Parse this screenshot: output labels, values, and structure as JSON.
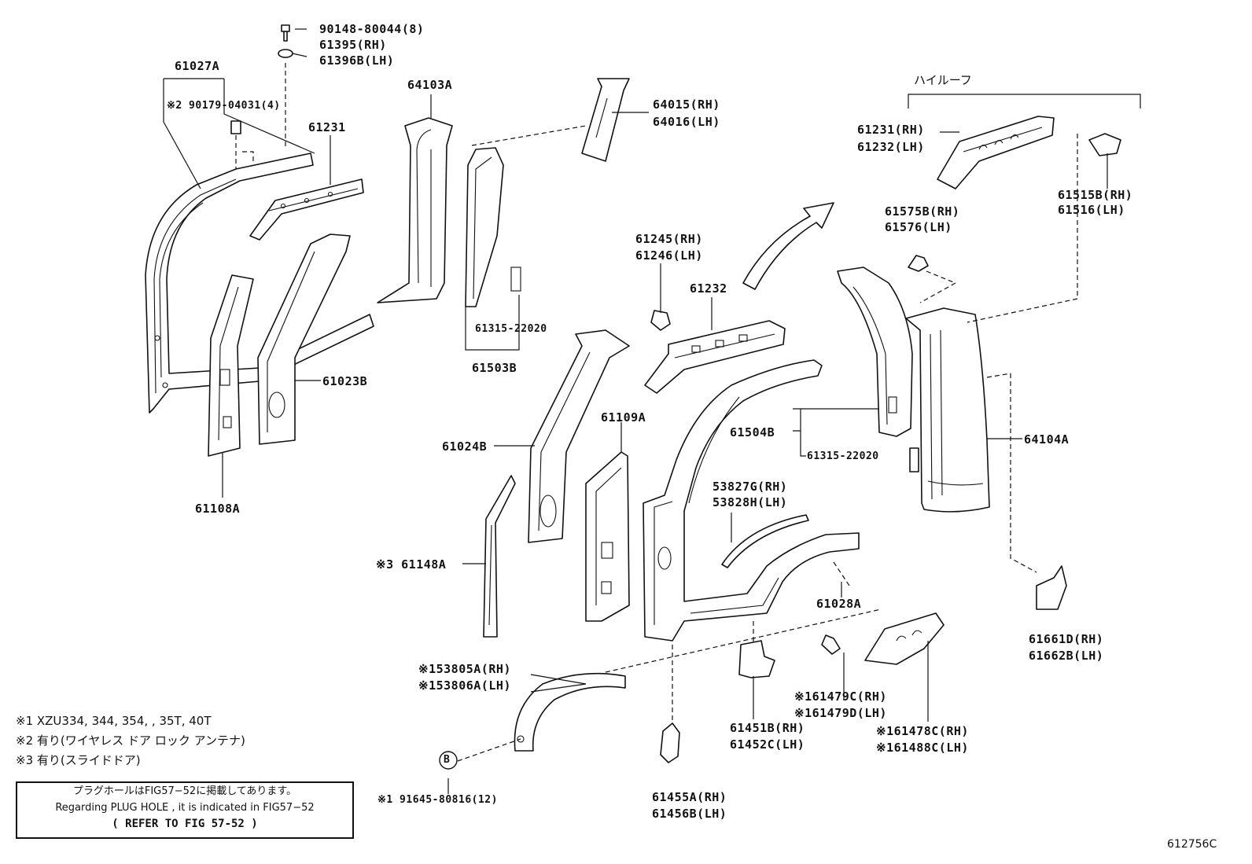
{
  "figure_code": "612756C",
  "group_label": "ハイルーフ",
  "part_labels": {
    "p90148": "90148-80044(8)",
    "p61395": "61395(RH)",
    "p61396b": "61396B(LH)",
    "p61027a": "61027A",
    "p90179": "※2 90179-04031(4)",
    "p61231": "61231",
    "p64103a": "64103A",
    "p64015": "64015(RH)",
    "p64016": "64016(LH)",
    "p61231rh": "61231(RH)",
    "p61232lh": "61232(LH)",
    "p61515b": "61515B(RH)",
    "p61516": "61516(LH)",
    "p61575b": "61575B(RH)",
    "p61576": "61576(LH)",
    "p61245": "61245(RH)",
    "p61246": "61246(LH)",
    "p61232": "61232",
    "p61315a": "61315-22020",
    "p61503b": "61503B",
    "p61023b": "61023B",
    "p61108a": "61108A",
    "p61024b": "61024B",
    "p61109a": "61109A",
    "p61504b": "61504B",
    "p61315b": "61315-22020",
    "p64104a": "64104A",
    "p53827g": "53827G(RH)",
    "p53828h": "53828H(LH)",
    "p61148a": "※3 61148A",
    "p61028a": "61028A",
    "p61661d": "61661D(RH)",
    "p61662b": "61662B(LH)",
    "p53805a": "※153805A(RH)",
    "p53806a": "※153806A(LH)",
    "p61451b": "61451B(RH)",
    "p61452c": "61452C(LH)",
    "p61479c": "※161479C(RH)",
    "p61479d": "※161479D(LH)",
    "p61478c": "※161478C(RH)",
    "p61488c": "※161488C(LH)",
    "p61455a": "61455A(RH)",
    "p61456b": "61456B(LH)",
    "p91645": "※1 91645-80816(12)",
    "p_b": "B"
  },
  "notes": [
    "※1  XZU334, 344, 354, , 35T, 40T",
    "※2  有り(ワイヤレス ドア ロック アンテナ)",
    "※3  有り(スライドドア)"
  ],
  "plug_hole": {
    "line1": "プラグホールはFIG57−52に掲載してあります。",
    "line2": "Regarding  PLUG HOLE , it is indicated  in  FIG57−52",
    "line3": "(        REFER TO FIG 57-52      )"
  }
}
